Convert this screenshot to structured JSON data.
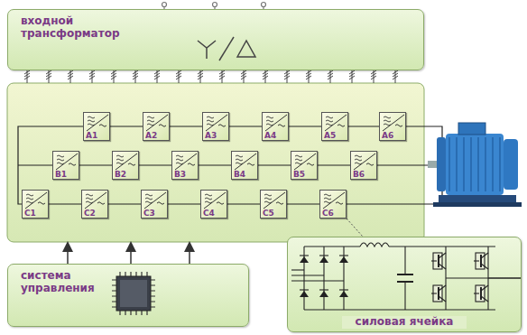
{
  "diagram": {
    "nodes": [
      {
        "text": [
          "входной трансформатор"
        ]
      },
      {
        "text": [
          "A1"
        ]
      },
      {
        "text": [
          "A2"
        ]
      },
      {
        "text": [
          "A3"
        ]
      },
      {
        "text": [
          "A4"
        ]
      },
      {
        "text": [
          "A5"
        ]
      },
      {
        "text": [
          "A6"
        ]
      },
      {
        "text": [
          "B1"
        ]
      },
      {
        "text": [
          "B2"
        ]
      },
      {
        "text": [
          "B3"
        ]
      },
      {
        "text": [
          "B4"
        ]
      },
      {
        "text": [
          "B5"
        ]
      },
      {
        "text": [
          "B6"
        ]
      },
      {
        "text": [
          "C1"
        ]
      },
      {
        "text": [
          "C2"
        ]
      },
      {
        "text": [
          "C3"
        ]
      },
      {
        "text": [
          "C4"
        ]
      },
      {
        "text": [
          "C5"
        ]
      },
      {
        "text": [
          "C6"
        ]
      },
      {
        "text": [
          "система управления"
        ]
      },
      {
        "text": [
          "силовая ячейка"
        ]
      }
    ],
    "edges": [
      {
        "from": 1,
        "to": 2,
        "arrow": "none"
      },
      {
        "from": 2,
        "to": 3,
        "arrow": "none"
      },
      {
        "from": 3,
        "to": 4,
        "arrow": "none"
      },
      {
        "from": 4,
        "to": 5,
        "arrow": "none"
      },
      {
        "from": 5,
        "to": 6,
        "arrow": "none"
      },
      {
        "from": 7,
        "to": 8,
        "arrow": "none"
      },
      {
        "from": 8,
        "to": 9,
        "arrow": "none"
      },
      {
        "from": 9,
        "to": 10,
        "arrow": "none"
      },
      {
        "from": 10,
        "to": 11,
        "arrow": "none"
      },
      {
        "from": 11,
        "to": 12,
        "arrow": "none"
      },
      {
        "from": 13,
        "to": 14,
        "arrow": "none"
      },
      {
        "from": 14,
        "to": 15,
        "arrow": "none"
      },
      {
        "from": 15,
        "to": 16,
        "arrow": "none"
      },
      {
        "from": 16,
        "to": 17,
        "arrow": "none"
      },
      {
        "from": 17,
        "to": 18,
        "arrow": "none"
      }
    ]
  }
}
